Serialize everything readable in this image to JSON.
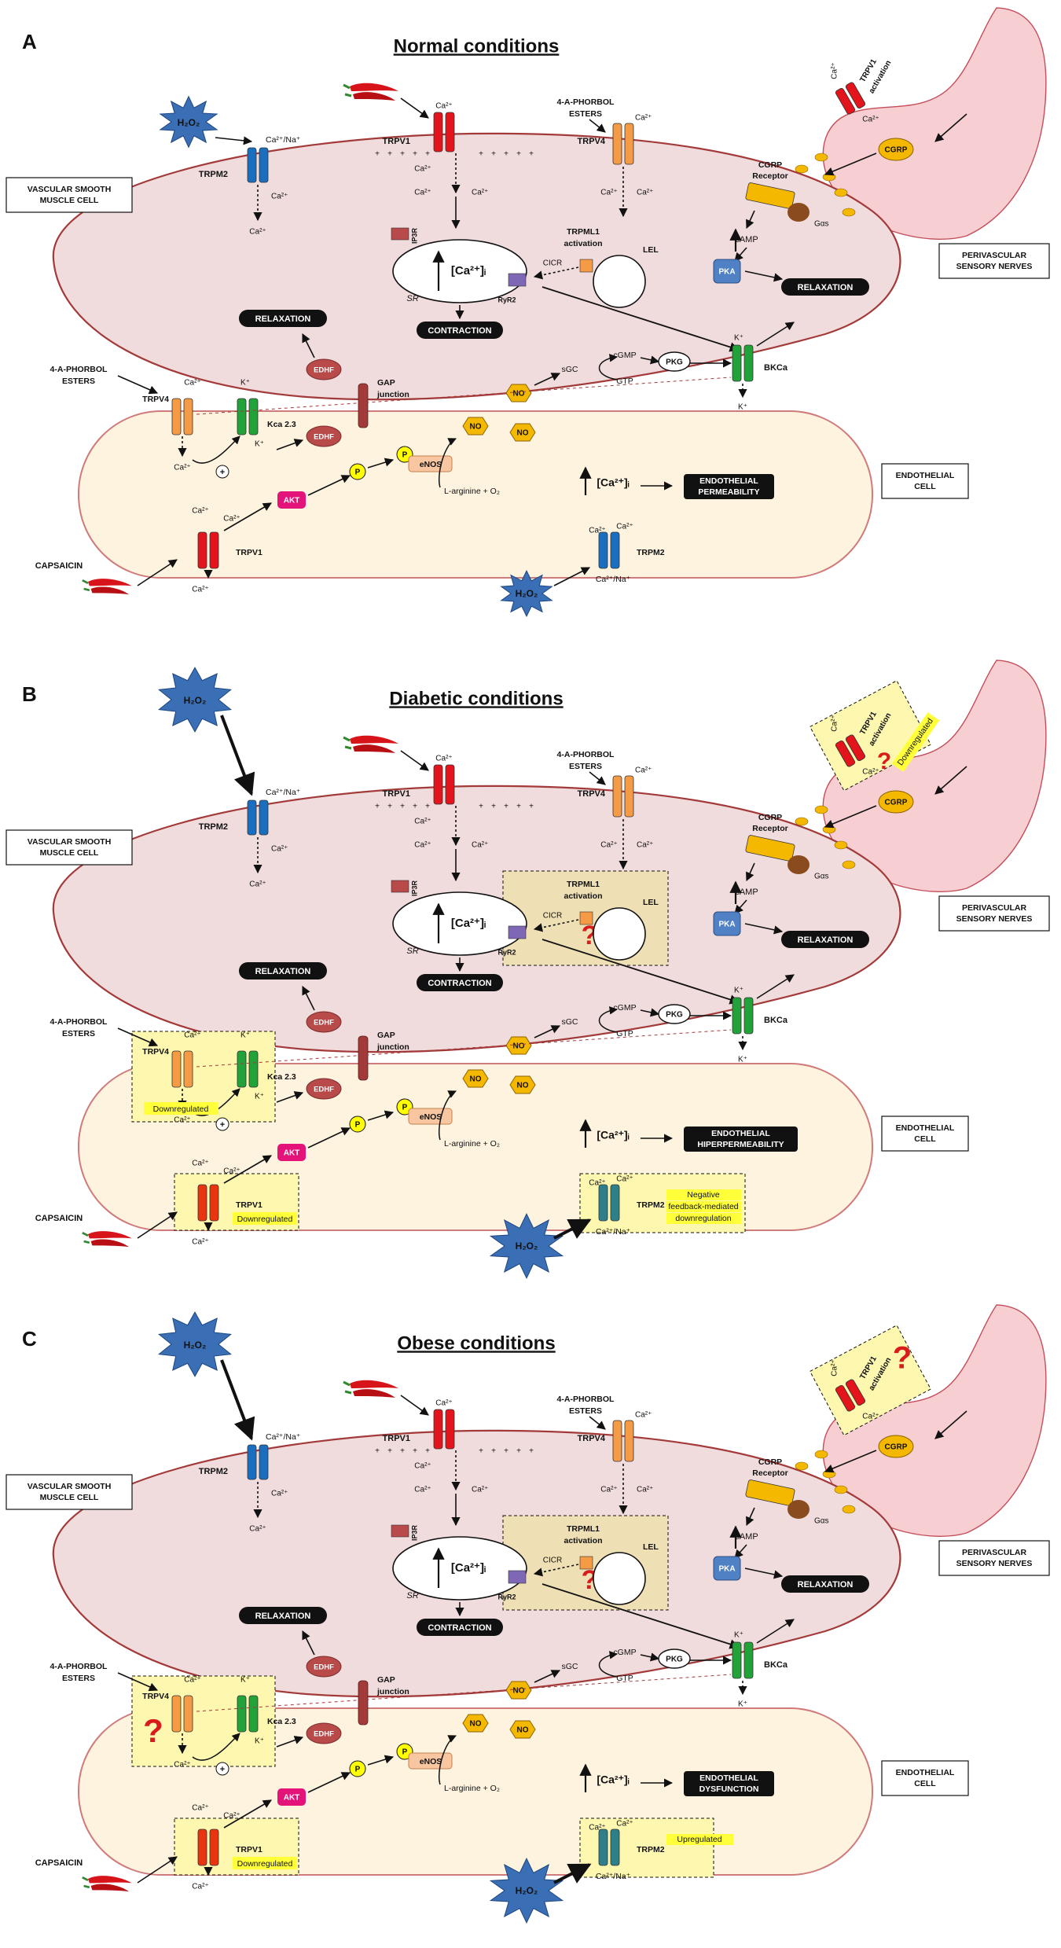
{
  "panels": [
    {
      "letter": "A",
      "title": "Normal conditions",
      "vsm_label": [
        "VASCULAR SMOOTH",
        "MUSCLE CELL"
      ],
      "endo_label": [
        "ENDOTHELIAL",
        "CELL"
      ],
      "nerve_label": [
        "PERIVASCULAR",
        "SENSORY NERVES"
      ],
      "h2o2": "H₂O₂",
      "trpm2": "TRPM2",
      "ca_na": "Ca²⁺/Na⁺",
      "ca": "Ca²⁺",
      "k": "K⁺",
      "trpv1": "TRPV1",
      "trpv4": "TRPV4",
      "phorbol": [
        "4-A-PHORBOL",
        "ESTERS"
      ],
      "trpml1": [
        "TRPML1",
        "activation"
      ],
      "lel": "LEL",
      "cicr": "CICR",
      "ip3r": "IP3R",
      "ryr2": "RyR2",
      "sr": "SR",
      "ca_i": "[Ca²⁺]ᵢ",
      "contraction": "CONTRACTION",
      "relaxation": "RELAXATION",
      "edhf": "EDHF",
      "gap": [
        "GAP",
        "junction"
      ],
      "no": "NO",
      "sgc": "sGC",
      "cgmp": "cGMP",
      "gtp": "GTP",
      "pkg": "PKG",
      "bkca": "BKCa",
      "kca": "Kca 2.3",
      "camp": "cAMP",
      "pka": "PKA",
      "cgrp": "CGRP",
      "cgrp_receptor": [
        "CGRP",
        "Receptor"
      ],
      "gas": "Gαs",
      "trpv1_activation": [
        "TRPV1",
        "activation"
      ],
      "akt": "AKT",
      "p": "P",
      "enos": "eNOS",
      "larg": "L-arginine + O₂",
      "capsaicin": "CAPSAICIN",
      "outcome": [
        "ENDOTHELIAL",
        "PERMEABILITY"
      ],
      "plus": "+",
      "ep_trpv4": "",
      "ep_trpv1": "",
      "ep_trpm2": [],
      "nerve_note": "",
      "colors": {
        "trpv1": "#e3141b",
        "trpv4": "#f59a45",
        "trpm2": "#1a6ec0",
        "bk": "#22a33a"
      }
    },
    {
      "letter": "B",
      "title": "Diabetic conditions",
      "vsm_label": [
        "VASCULAR SMOOTH",
        "MUSCLE CELL"
      ],
      "endo_label": [
        "ENDOTHELIAL",
        "CELL"
      ],
      "nerve_label": [
        "PERIVASCULAR",
        "SENSORY NERVES"
      ],
      "h2o2": "H₂O₂",
      "trpm2": "TRPM2",
      "ca_na": "Ca²⁺/Na⁺",
      "ca": "Ca²⁺",
      "k": "K⁺",
      "trpv1": "TRPV1",
      "trpv4": "TRPV4",
      "phorbol": [
        "4-A-PHORBOL",
        "ESTERS"
      ],
      "trpml1": [
        "TRPML1",
        "activation"
      ],
      "lel": "LEL",
      "cicr": "CICR",
      "ip3r": "IP3R",
      "ryr2": "RyR2",
      "sr": "SR",
      "ca_i": "[Ca²⁺]ᵢ",
      "contraction": "CONTRACTION",
      "relaxation": "RELAXATION",
      "edhf": "EDHF",
      "gap": [
        "GAP",
        "junction"
      ],
      "no": "NO",
      "sgc": "sGC",
      "cgmp": "cGMP",
      "gtp": "GTP",
      "pkg": "PKG",
      "bkca": "BKCa",
      "kca": "Kca 2.3",
      "camp": "cAMP",
      "pka": "PKA",
      "cgrp": "CGRP",
      "cgrp_receptor": [
        "CGRP",
        "Receptor"
      ],
      "gas": "Gαs",
      "trpv1_activation": [
        "TRPV1",
        "activation"
      ],
      "akt": "AKT",
      "p": "P",
      "enos": "eNOS",
      "larg": "L-arginine + O₂",
      "capsaicin": "CAPSAICIN",
      "outcome": [
        "ENDOTHELIAL",
        "HIPERPERMEABILITY"
      ],
      "plus": "+",
      "ep_trpv4": "Downregulated",
      "ep_trpv1": "Downregulated",
      "ep_trpm2": [
        "Negative",
        "feedback-mediated",
        "downregulation"
      ],
      "nerve_note": "Downregulated",
      "question": "?",
      "colors": {
        "trpv1": "#e8340f",
        "trpv4": "#f59a45",
        "trpm2": "#2e7f8a",
        "bk": "#22a33a"
      }
    },
    {
      "letter": "C",
      "title": "Obese conditions",
      "vsm_label": [
        "VASCULAR SMOOTH",
        "MUSCLE CELL"
      ],
      "endo_label": [
        "ENDOTHELIAL",
        "CELL"
      ],
      "nerve_label": [
        "PERIVASCULAR",
        "SENSORY NERVES"
      ],
      "h2o2": "H₂O₂",
      "trpm2": "TRPM2",
      "ca_na": "Ca²⁺/Na⁺",
      "ca": "Ca²⁺",
      "k": "K⁺",
      "trpv1": "TRPV1",
      "trpv4": "TRPV4",
      "phorbol": [
        "4-A-PHORBOL",
        "ESTERS"
      ],
      "trpml1": [
        "TRPML1",
        "activation"
      ],
      "lel": "LEL",
      "cicr": "CICR",
      "ip3r": "IP3R",
      "ryr2": "RyR2",
      "sr": "SR",
      "ca_i": "[Ca²⁺]ᵢ",
      "contraction": "CONTRACTION",
      "relaxation": "RELAXATION",
      "edhf": "EDHF",
      "gap": [
        "GAP",
        "junction"
      ],
      "no": "NO",
      "sgc": "sGC",
      "cgmp": "cGMP",
      "gtp": "GTP",
      "pkg": "PKG",
      "bkca": "BKCa",
      "kca": "Kca 2.3",
      "camp": "cAMP",
      "pka": "PKA",
      "cgrp": "CGRP",
      "cgrp_receptor": [
        "CGRP",
        "Receptor"
      ],
      "gas": "Gαs",
      "trpv1_activation": [
        "TRPV1",
        "activation"
      ],
      "akt": "AKT",
      "p": "P",
      "enos": "eNOS",
      "larg": "L-arginine + O₂",
      "capsaicin": "CAPSAICIN",
      "outcome": [
        "ENDOTHELIAL",
        "DYSFUNCTION"
      ],
      "plus": "+",
      "ep_trpv4": "",
      "ep_trpv1": "Downregulated",
      "ep_trpm2": [
        "Upregulated"
      ],
      "nerve_note": "",
      "question": "?",
      "colors": {
        "trpv1": "#e8340f",
        "trpv4": "#f59a45",
        "trpm2": "#2e7f8a",
        "bk": "#22a33a"
      }
    }
  ]
}
